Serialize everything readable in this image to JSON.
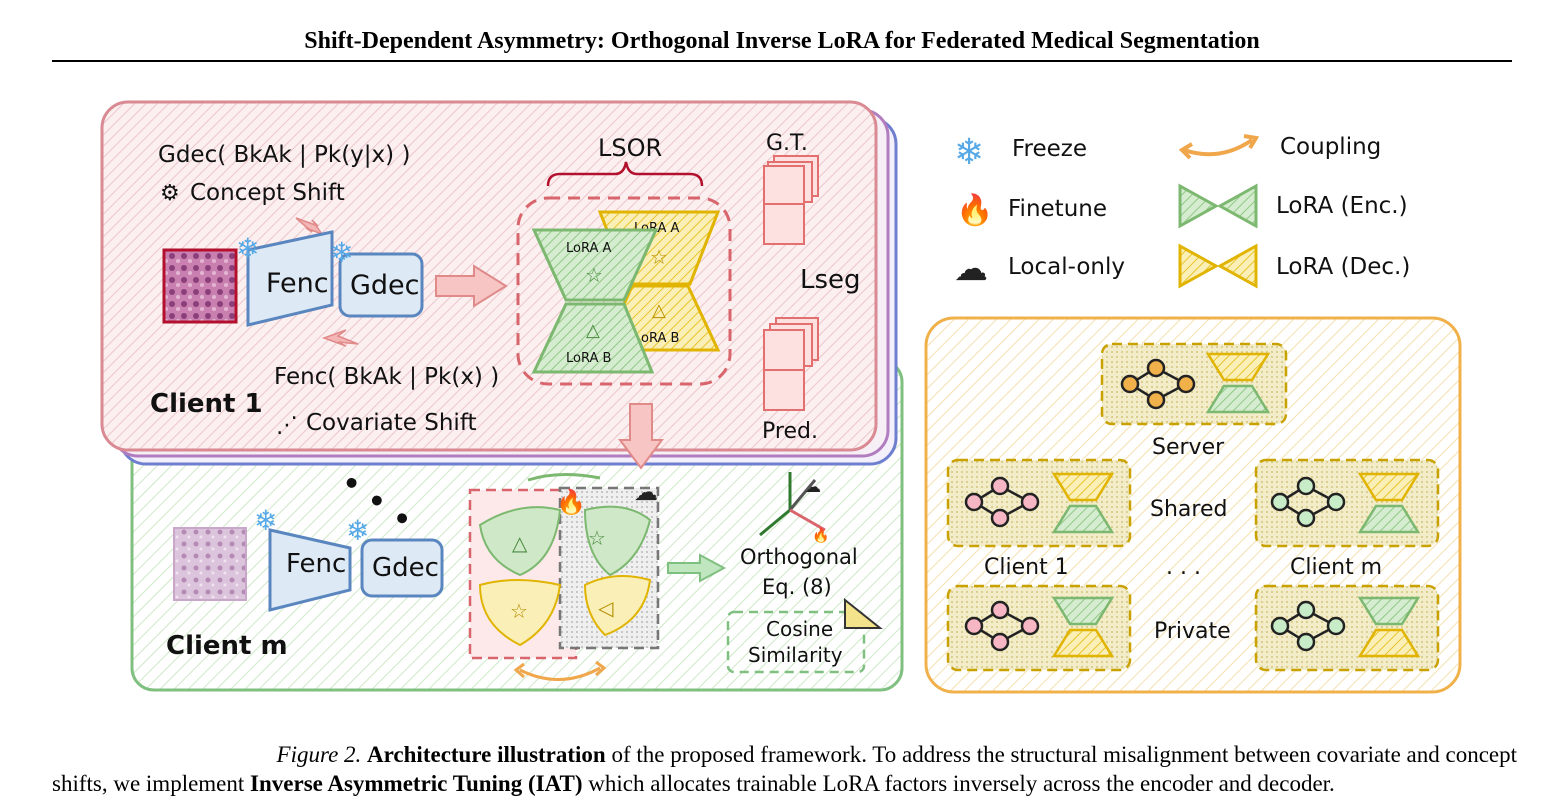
{
  "header": {
    "title": "Shift-Dependent Asymmetry: Orthogonal Inverse LoRA for Federated Medical Segmentation"
  },
  "figure": {
    "client1": {
      "label": "Client 1",
      "gdec_formula": "Gdec( BkAk | Pk(y|x) )",
      "concept_shift": "Concept Shift",
      "fenc_formula": "Fenc( BkAk | Pk(x) )",
      "covariate_shift": "Covariate Shift",
      "fenc": "Fenc",
      "gdec": "Gdec",
      "l_sor": "LSOR",
      "lora_a_enc": "LoRA A",
      "lora_b_enc": "LoRA B",
      "lora_a_dec": "LoRA A",
      "lora_b_dec": "LoRA B",
      "gt": "G.T.",
      "pred": "Pred.",
      "l_seg": "Lseg"
    },
    "clientm": {
      "label": "Client m",
      "fenc": "Fenc",
      "gdec": "Gdec",
      "orthogonal": "Orthogonal",
      "eq": "Eq. (8)",
      "cosine": "Cosine",
      "similarity": "Similarity"
    },
    "legend": {
      "freeze": "Freeze",
      "finetune": "Finetune",
      "local_only": "Local-only",
      "coupling": "Coupling",
      "lora_enc": "LoRA (Enc.)",
      "lora_dec": "LoRA (Dec.)"
    },
    "federation": {
      "server": "Server",
      "shared": "Shared",
      "private": "Private",
      "client1": "Client 1",
      "clientm": "Client m",
      "dots": ". . ."
    },
    "colors": {
      "client1_border": "#d98a92",
      "client1_fill": "#f6e4e6",
      "clientm_border": "#7fbf7f",
      "enc_green": "#7cb870",
      "dec_yellow": "#e0b400",
      "server_orange": "#f0b14a",
      "module_blue": "#5a86bf",
      "arrow_pink": "#f0a3a3"
    }
  },
  "caption": {
    "figure_label": "Figure 2.",
    "bold1": "Architecture illustration",
    "text1": " of the proposed framework. To address the structural misalignment between covariate and concept",
    "text2": "shifts, we implement ",
    "bold2": "Inverse Asymmetric Tuning (IAT)",
    "text3": " which allocates trainable LoRA factors inversely across the encoder and decoder."
  }
}
